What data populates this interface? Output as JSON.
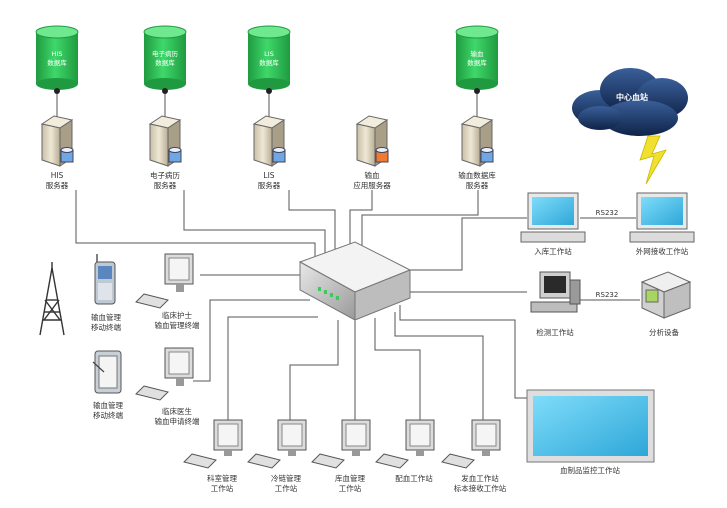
{
  "databases": [
    {
      "line1": "HIS",
      "line2": "数据库"
    },
    {
      "line1": "电子病历",
      "line2": "数据库"
    },
    {
      "line1": "LIS",
      "line2": "数据库"
    },
    {
      "line1": "输血",
      "line2": "数据库"
    }
  ],
  "servers": [
    {
      "line1": "HIS",
      "line2": "服务器"
    },
    {
      "line1": "电子病历",
      "line2": "服务器"
    },
    {
      "line1": "LIS",
      "line2": "服务器"
    },
    {
      "line1": "输血",
      "line2": "应用服务器"
    },
    {
      "line1": "输血数据库",
      "line2": "服务器"
    }
  ],
  "cloud": {
    "label": "中心血站"
  },
  "right_stations": {
    "rs232_top": "RS232",
    "rs232_bottom": "RS232",
    "storage": "入库工作站",
    "external_receive": "外网接收工作站",
    "testing": "检测工作站",
    "analyzer": "分析设备",
    "monitor": "血制品监控工作站"
  },
  "mobile": {
    "phone": {
      "line1": "输血管理",
      "line2": "移动终端"
    },
    "pda": {
      "line1": "输血管理",
      "line2": "移动终端"
    }
  },
  "left_workstations": {
    "nurse": {
      "line1": "临床护士",
      "line2": "输血管理终端"
    },
    "doctor": {
      "line1": "临床医生",
      "line2": "输血申请终端"
    }
  },
  "bottom_workstations": [
    {
      "line1": "科室管理",
      "line2": "工作站"
    },
    {
      "line1": "冷链管理",
      "line2": "工作站"
    },
    {
      "line1": "库血管理",
      "line2": "工作站"
    },
    {
      "line1": "配血工作站",
      "line2": ""
    },
    {
      "line1": "发血工作站",
      "line2": "标本接收工作站"
    }
  ],
  "colors": {
    "db_green": "#2fc45a",
    "db_green_dark": "#1f9a40",
    "screen_blue": "#4fc6ef",
    "cloud_dark": "#1f3b6a",
    "lightning": "#f0e030"
  }
}
